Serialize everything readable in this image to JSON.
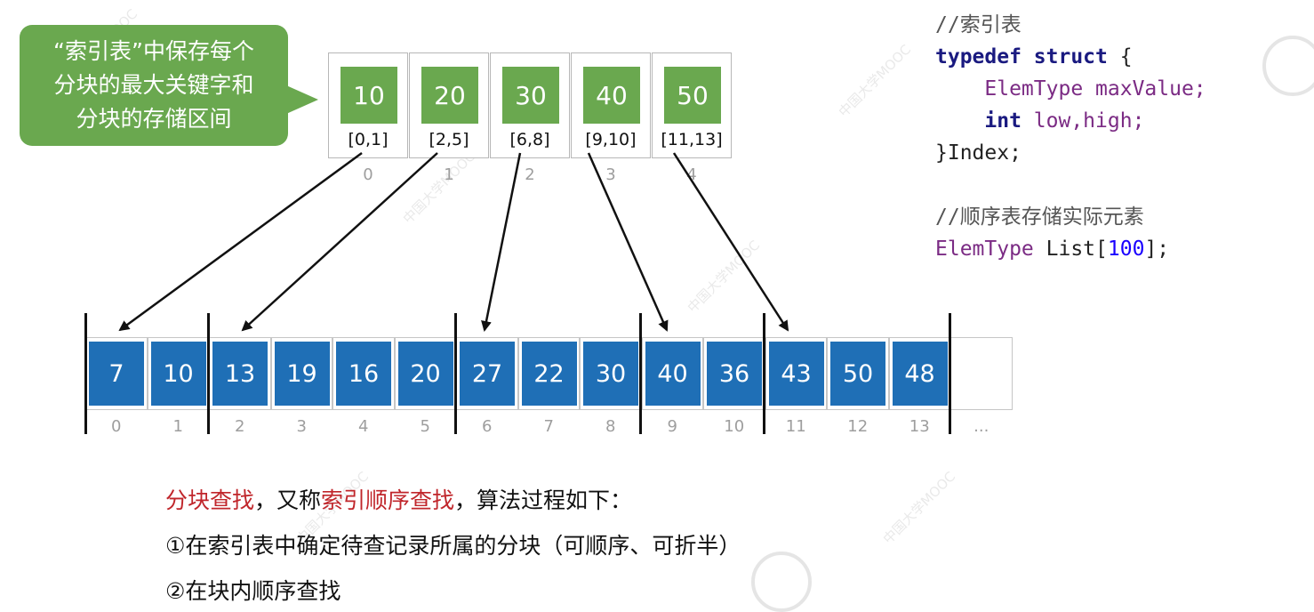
{
  "callout": {
    "line1": "“索引表”中保存每个",
    "line2": "分块的最大关键字和",
    "line3": "分块的存储区间"
  },
  "index_table": [
    {
      "max": "10",
      "range": "[0,1]",
      "index": "0"
    },
    {
      "max": "20",
      "range": "[2,5]",
      "index": "1"
    },
    {
      "max": "30",
      "range": "[6,8]",
      "index": "2"
    },
    {
      "max": "40",
      "range": "[9,10]",
      "index": "3"
    },
    {
      "max": "50",
      "range": "[11,13]",
      "index": "4"
    }
  ],
  "list": [
    {
      "value": "7",
      "index": "0"
    },
    {
      "value": "10",
      "index": "1"
    },
    {
      "value": "13",
      "index": "2"
    },
    {
      "value": "19",
      "index": "3"
    },
    {
      "value": "16",
      "index": "4"
    },
    {
      "value": "20",
      "index": "5"
    },
    {
      "value": "27",
      "index": "6"
    },
    {
      "value": "22",
      "index": "7"
    },
    {
      "value": "30",
      "index": "8"
    },
    {
      "value": "40",
      "index": "9"
    },
    {
      "value": "36",
      "index": "10"
    },
    {
      "value": "43",
      "index": "11"
    },
    {
      "value": "50",
      "index": "12"
    },
    {
      "value": "48",
      "index": "13"
    }
  ],
  "list_ellipsis": "...",
  "code": {
    "comment1": "//索引表",
    "kw_typedef": "typedef",
    "kw_struct": "struct",
    "brace_open": "{",
    "type_elem": "ElemType",
    "field_max": "maxValue;",
    "kw_int": "int",
    "fields_lowhigh": "low,high;",
    "close_index": "}Index;",
    "comment2": "//顺序表存储实际元素",
    "list_type": "ElemType",
    "list_decl_name": "List[",
    "list_size": "100",
    "list_decl_end": "];"
  },
  "description": {
    "term1": "分块查找",
    "mid": "，又称",
    "term2": "索引顺序查找",
    "tail": "，算法过程如下：",
    "step1": "①在索引表中确定待查记录所属的分块（可顺序、可折半）",
    "step2": "②在块内顺序查找"
  },
  "colors": {
    "index_box": "#6aa84f",
    "list_box": "#1f6fb6",
    "highlight_text": "#c0262b"
  }
}
